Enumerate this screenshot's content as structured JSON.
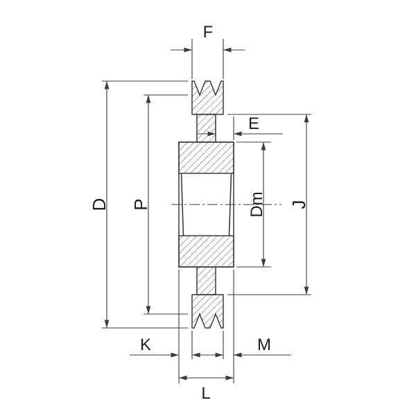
{
  "drawing": {
    "labels": {
      "F": "F",
      "E": "E",
      "D": "D",
      "P": "P",
      "Dm": "Dm",
      "J": "J",
      "K": "K",
      "M": "M",
      "L": "L"
    },
    "colors": {
      "line": "#3b3b3b",
      "hatch": "#555555",
      "background": "#ffffff",
      "text": "#1d1d1d"
    }
  }
}
